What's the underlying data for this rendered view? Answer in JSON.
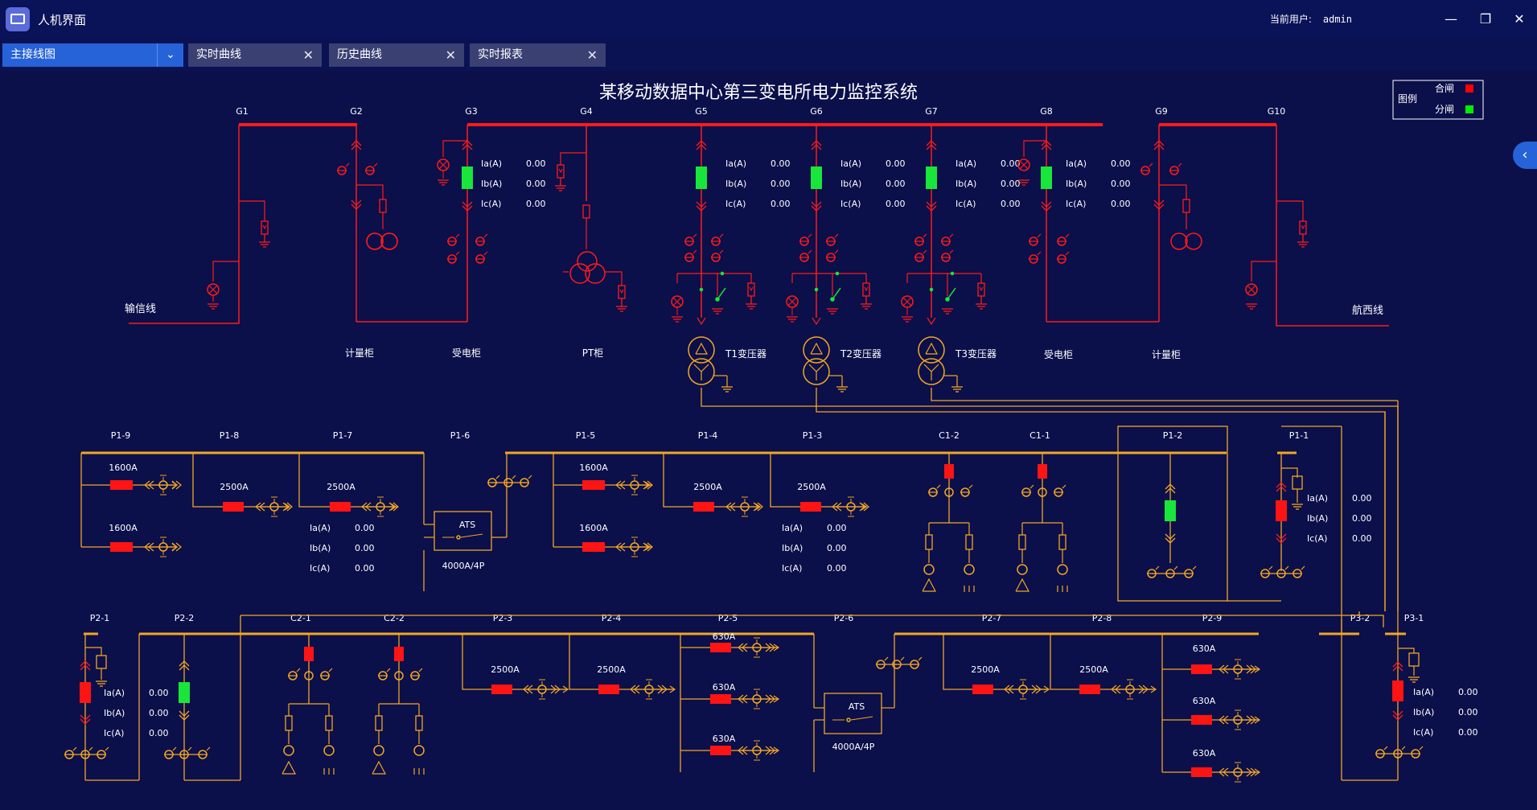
{
  "window": {
    "title": "人机界面",
    "user_label": "当前用户:",
    "user_name": "admin"
  },
  "tabs": [
    {
      "label": "主接线图",
      "active": true
    },
    {
      "label": "实时曲线"
    },
    {
      "label": "历史曲线"
    },
    {
      "label": "实时报表"
    }
  ],
  "diagram": {
    "title": "某移动数据中心第三变电所电力监控系统",
    "legend": {
      "title": "图例",
      "closed": "合闸",
      "open": "分闸",
      "closed_color": "#ff0000",
      "open_color": "#00ee00"
    },
    "colors": {
      "hv": "#ff1a1a",
      "hv_dim": "#d4141e",
      "lv": "#f2a623",
      "green": "#19e63a",
      "text": "#ffffff"
    },
    "hv_cabinets": [
      "G1",
      "G2",
      "G3",
      "G4",
      "G5",
      "G6",
      "G7",
      "G8",
      "G9",
      "G10"
    ],
    "hv_labels": {
      "incoming_left": "输信线",
      "incoming_right": "航西线",
      "meter_left": "计量柜",
      "receive_left": "受电柜",
      "pt": "PT柜",
      "receive_right": "受电柜",
      "meter_right": "计量柜"
    },
    "transformers": [
      "T1变压器",
      "T2变压器",
      "T3变压器"
    ],
    "current_labels": [
      "Ia(A)",
      "Ib(A)",
      "Ic(A)"
    ],
    "zero": "0.00",
    "lv1_cabinets": [
      "P1-9",
      "P1-8",
      "P1-7",
      "P1-6",
      "P1-5",
      "P1-4",
      "P1-3",
      "C1-2",
      "C1-1",
      "P1-2",
      "P1-1"
    ],
    "lv2_cabinets": [
      "P2-1",
      "P2-2",
      "C2-1",
      "C2-2",
      "P2-3",
      "P2-4",
      "P2-5",
      "P2-6",
      "P2-7",
      "P2-8",
      "P2-9",
      "P3-2",
      "P3-1"
    ],
    "ratings": {
      "r1600": "1600A",
      "r2500": "2500A",
      "r630": "630A",
      "ats_rating": "4000A/4P",
      "ats": "ATS"
    }
  }
}
